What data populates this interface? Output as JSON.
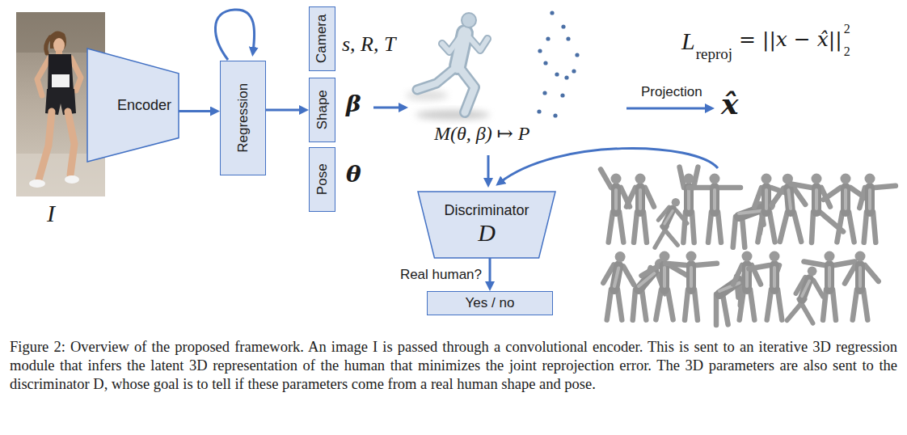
{
  "diagram": {
    "caption": "Figure 2: Overview of the proposed framework. An image I is passed through a convolutional encoder. This is sent to an iterative 3D regression module that infers the latent 3D representation of the human that minimizes the joint reprojection error. The 3D parameters are also sent to the discriminator D, whose goal is to tell if these parameters come from a real human shape and pose.",
    "nodes": [
      {
        "text": [
          "Encoder"
        ]
      },
      {
        "text": [
          "Regression"
        ]
      },
      {
        "text": [
          "Camera"
        ]
      },
      {
        "text": [
          "Shape"
        ]
      },
      {
        "text": [
          "Pose"
        ]
      },
      {
        "text": [
          "Discriminator",
          "D"
        ]
      },
      {
        "text": [
          "Yes / no"
        ]
      }
    ],
    "edges": [
      {
        "from": 0,
        "to": 1,
        "arrow": "to"
      },
      {
        "from": 1,
        "to": 3,
        "arrow": "to"
      },
      {
        "from": 5,
        "to": 6,
        "label": "Real human?",
        "arrow": "to"
      }
    ],
    "labels": [
      "I",
      "s, R, T",
      "β",
      "θ",
      "M(θ, β) ↦ P",
      "Projection",
      "x̂",
      "L",
      "reproj",
      "= ||x − x̂||",
      "2",
      "2"
    ]
  }
}
